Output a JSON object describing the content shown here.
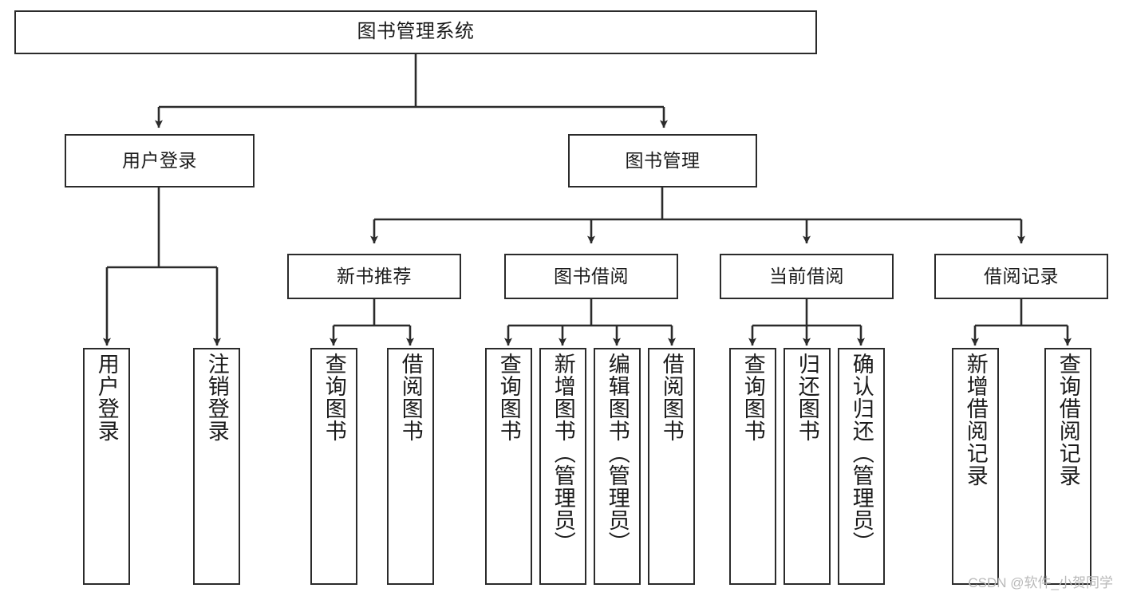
{
  "diagram": {
    "title": "图书管理系统",
    "type": "tree-diagram",
    "root": {
      "id": "root",
      "label": "图书管理系统"
    },
    "level1": [
      {
        "id": "user-login",
        "label": "用户登录"
      },
      {
        "id": "book-manage",
        "label": "图书管理"
      }
    ],
    "level2": [
      {
        "id": "new-book-rec",
        "label": "新书推荐",
        "parent": "book-manage"
      },
      {
        "id": "book-borrow",
        "label": "图书借阅",
        "parent": "book-manage"
      },
      {
        "id": "current-borrow",
        "label": "当前借阅",
        "parent": "book-manage"
      },
      {
        "id": "borrow-record",
        "label": "借阅记录",
        "parent": "book-manage"
      }
    ],
    "leaves": [
      {
        "id": "leaf-user-login",
        "label": "用户登录",
        "parent": "user-login"
      },
      {
        "id": "leaf-logout-login",
        "label": "注销登录",
        "parent": "user-login"
      },
      {
        "id": "leaf-query-book-1",
        "label": "查询图书",
        "parent": "new-book-rec"
      },
      {
        "id": "leaf-borrow-book-1",
        "label": "借阅图书",
        "parent": "new-book-rec"
      },
      {
        "id": "leaf-query-book-2",
        "label": "查询图书",
        "parent": "book-borrow"
      },
      {
        "id": "leaf-add-book",
        "label": "新增图书（管理员）",
        "parent": "book-borrow"
      },
      {
        "id": "leaf-edit-book",
        "label": "编辑图书（管理员）",
        "parent": "book-borrow"
      },
      {
        "id": "leaf-borrow-book-2",
        "label": "借阅图书",
        "parent": "book-borrow"
      },
      {
        "id": "leaf-query-book-3",
        "label": "查询图书",
        "parent": "current-borrow"
      },
      {
        "id": "leaf-return-book",
        "label": "归还图书",
        "parent": "current-borrow"
      },
      {
        "id": "leaf-confirm-return",
        "label": "确认归还（管理员）",
        "parent": "current-borrow"
      },
      {
        "id": "leaf-add-record",
        "label": "新增借阅记录",
        "parent": "borrow-record"
      },
      {
        "id": "leaf-query-record",
        "label": "查询借阅记录",
        "parent": "borrow-record"
      }
    ]
  },
  "watermark": {
    "text": "CSDN @软件_小贺同学"
  },
  "colors": {
    "stroke": "#2b2b2b",
    "fill": "#ffffff",
    "text": "#1b1b1b",
    "watermark": "#b9b9b9"
  }
}
